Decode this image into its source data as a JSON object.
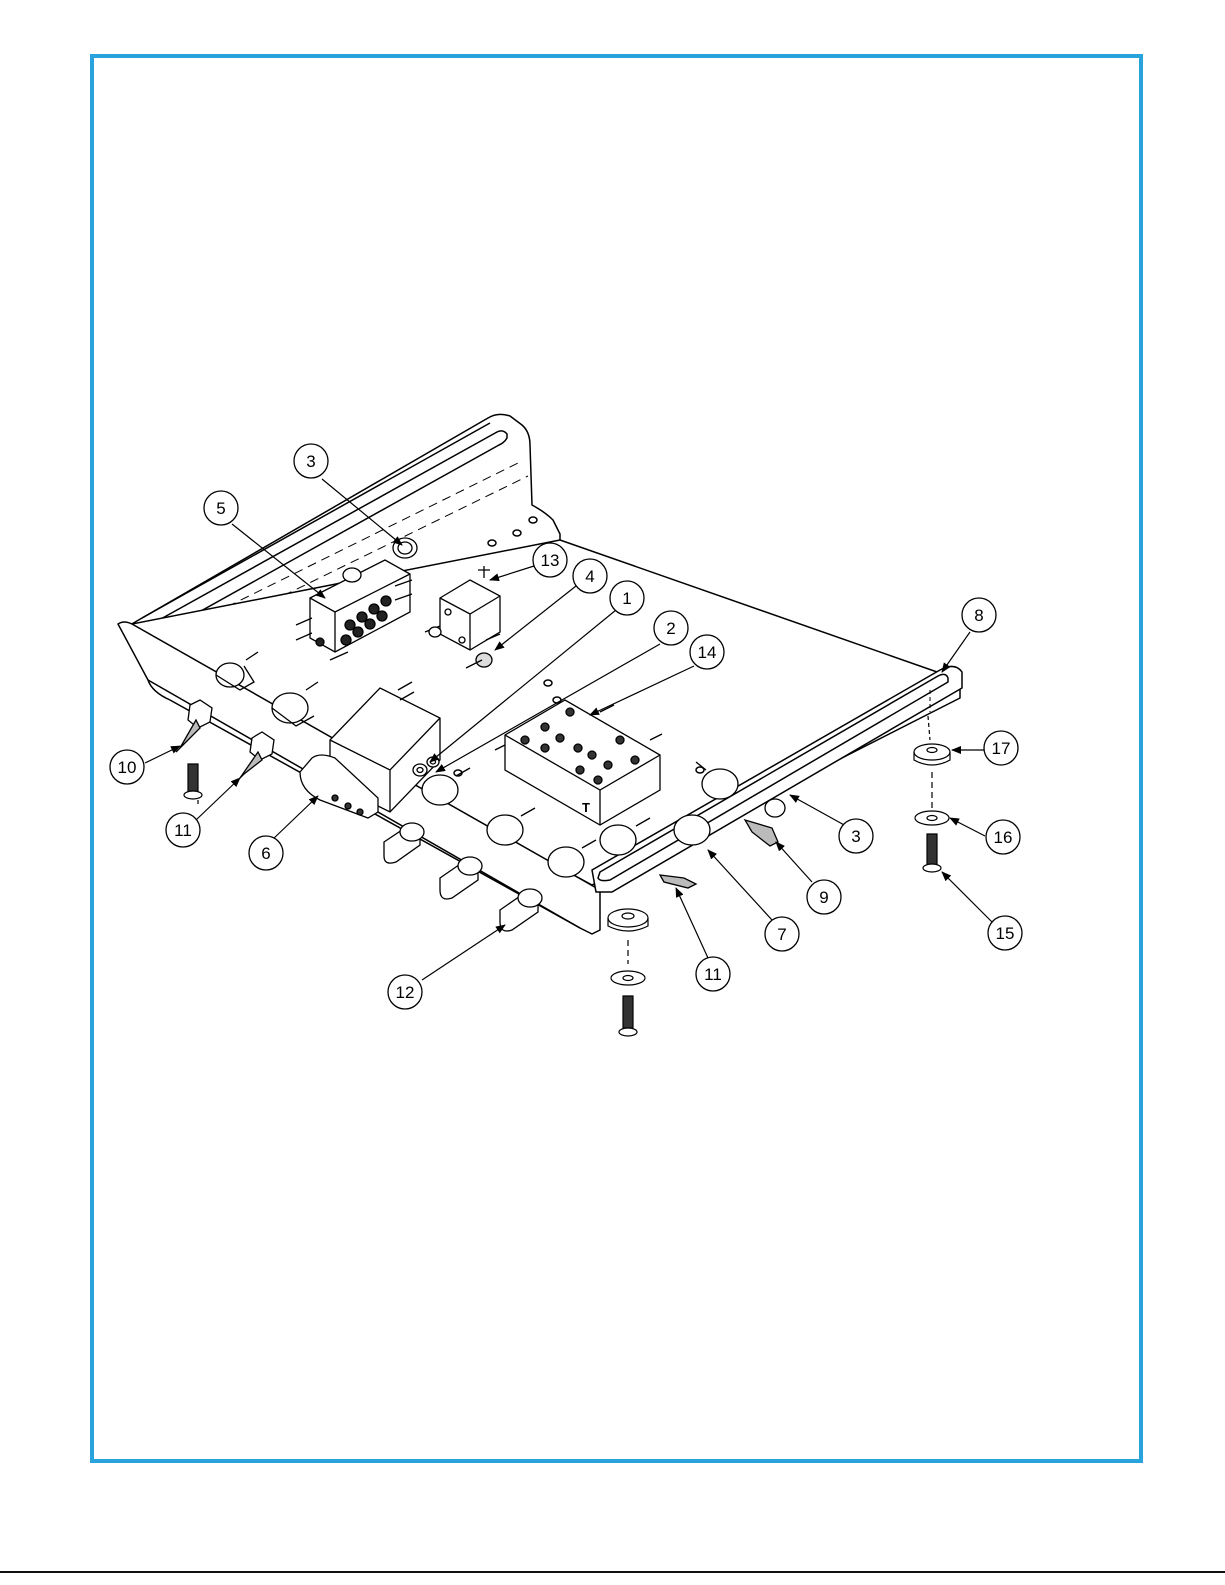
{
  "frame_color": "#29a3dc",
  "part_t_label": "T",
  "callouts": [
    {
      "id": "c3a",
      "label": "3"
    },
    {
      "id": "c5",
      "label": "5"
    },
    {
      "id": "c13",
      "label": "13"
    },
    {
      "id": "c4",
      "label": "4"
    },
    {
      "id": "c1",
      "label": "1"
    },
    {
      "id": "c2",
      "label": "2"
    },
    {
      "id": "c14",
      "label": "14"
    },
    {
      "id": "c8",
      "label": "8"
    },
    {
      "id": "c17",
      "label": "17"
    },
    {
      "id": "c10",
      "label": "10"
    },
    {
      "id": "c11a",
      "label": "11"
    },
    {
      "id": "c6",
      "label": "6"
    },
    {
      "id": "c3b",
      "label": "3"
    },
    {
      "id": "c16",
      "label": "16"
    },
    {
      "id": "c9",
      "label": "9"
    },
    {
      "id": "c7",
      "label": "7"
    },
    {
      "id": "c15",
      "label": "15"
    },
    {
      "id": "c11b",
      "label": "11"
    },
    {
      "id": "c12",
      "label": "12"
    }
  ]
}
